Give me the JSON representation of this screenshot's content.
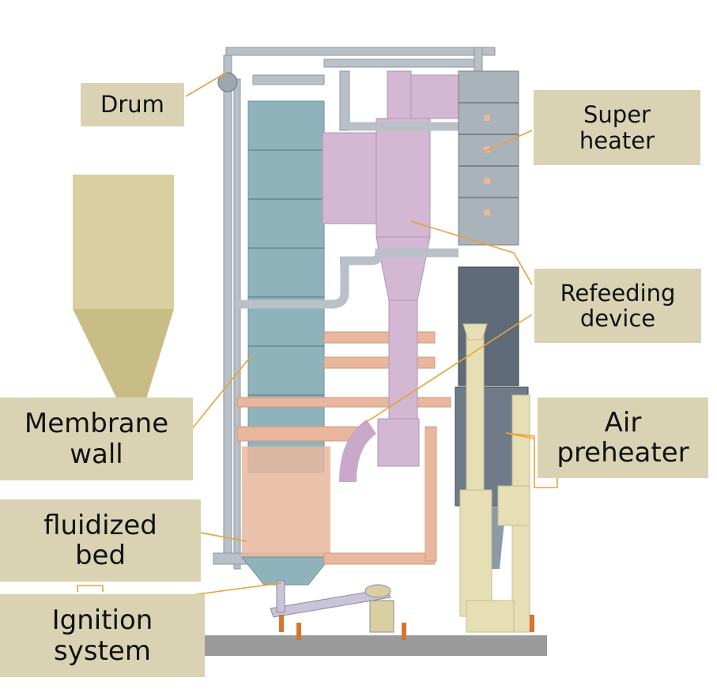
{
  "labels": {
    "drum": "Drum",
    "super_heater": "Super\nheater",
    "refeeding_device": "Refeeding\ndevice",
    "membrane_wall": "Membrane\nwall",
    "air_preheater": "Air\npreheater",
    "fluidized_bed": "fluidized\nbed",
    "ignition_system": "Ignition\nsystem"
  },
  "colors": {
    "label_bg": "#d9d3b4",
    "leader_line": "#e8a23a",
    "furnace": "#8fb3bb",
    "cyclone": "#d3b7d3",
    "pipe": "#b9c0c7",
    "duct": "#e8b79d",
    "hopper": "#d9cfa0",
    "backpass": "#8d9aa8",
    "ground": "#9b9b9b",
    "air_duct": "#e6dfb5"
  }
}
